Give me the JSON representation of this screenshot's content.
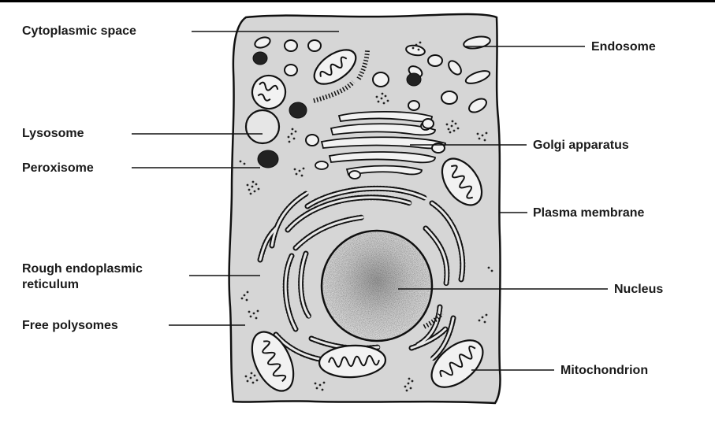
{
  "diagram": {
    "labels": {
      "cytoplasmic_space": "Cytoplasmic space",
      "lysosome": "Lysosome",
      "peroxisome": "Peroxisome",
      "rough_er_line1": "Rough endoplasmic",
      "rough_er_line2": "reticulum",
      "free_polysomes": "Free polysomes",
      "endosome": "Endosome",
      "golgi_apparatus": "Golgi apparatus",
      "plasma_membrane": "Plasma membrane",
      "nucleus": "Nucleus",
      "mitochondrion": "Mitochondrion"
    },
    "colors": {
      "cytoplasm": "#d6d6d6",
      "outline": "#111111",
      "nucleus": "#c4c4c4",
      "organelle_fill": "#f2f2f2",
      "lysosome_fill": "#e6e6e6",
      "dense_body": "#222222"
    }
  }
}
